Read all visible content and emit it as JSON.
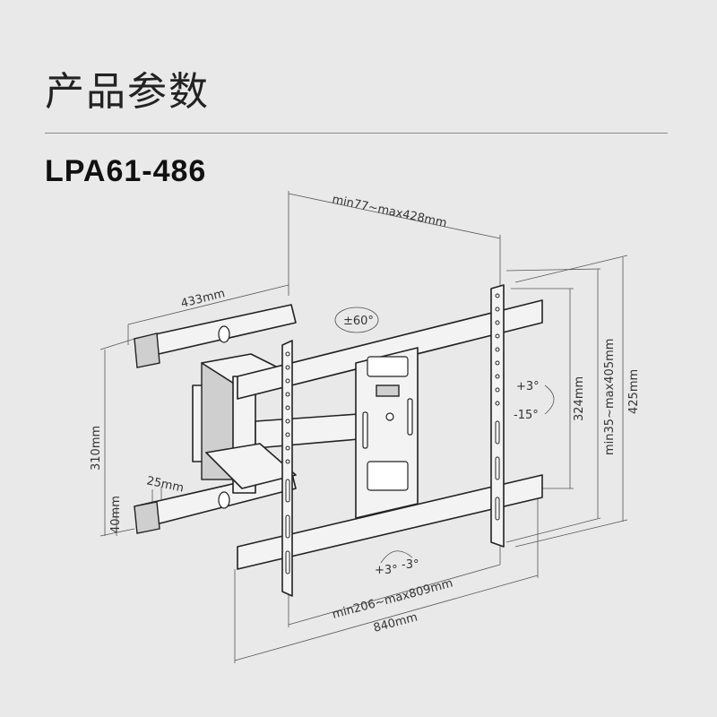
{
  "header": {
    "title": "产品参数",
    "model": "LPA61-486"
  },
  "dimensions": {
    "extension": "min77~max428mm",
    "arm_length": "433mm",
    "wall_plate_height": "310mm",
    "wall_plate_rail": "40mm",
    "rail_width": "25mm",
    "vesa_vertical": "324mm",
    "vesa_vertical_range": "min35~max405mm",
    "bracket_height": "425mm",
    "vesa_horizontal_range": "min206~max809mm",
    "bracket_width": "840mm"
  },
  "angles": {
    "swivel": "±60°",
    "tilt_up": "+3°",
    "tilt_down": "-15°",
    "level_plus": "+3°",
    "level_minus": "-3°"
  }
}
